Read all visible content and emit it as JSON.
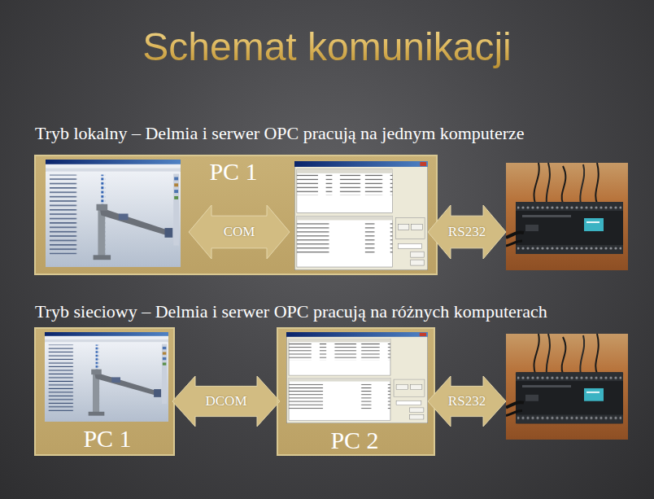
{
  "diagram": {
    "title": "Schemat komunikacji",
    "nodes": [
      {
        "text": [
          "PC 1"
        ]
      },
      {
        "text": [
          "COM"
        ],
        "in": 0
      },
      {
        "text": [
          "RS232"
        ]
      },
      {
        "text": [
          "PC 1"
        ]
      },
      {
        "text": [
          "DCOM"
        ]
      },
      {
        "text": [
          "PC 2"
        ]
      },
      {
        "text": [
          "RS232"
        ]
      }
    ],
    "labels": [
      "Tryb lokalny – Delmia i serwer OPC pracują na jednym komputerze",
      "Tryb sieciowy – Delmia i serwer OPC pracują na różnych komputerach"
    ]
  }
}
